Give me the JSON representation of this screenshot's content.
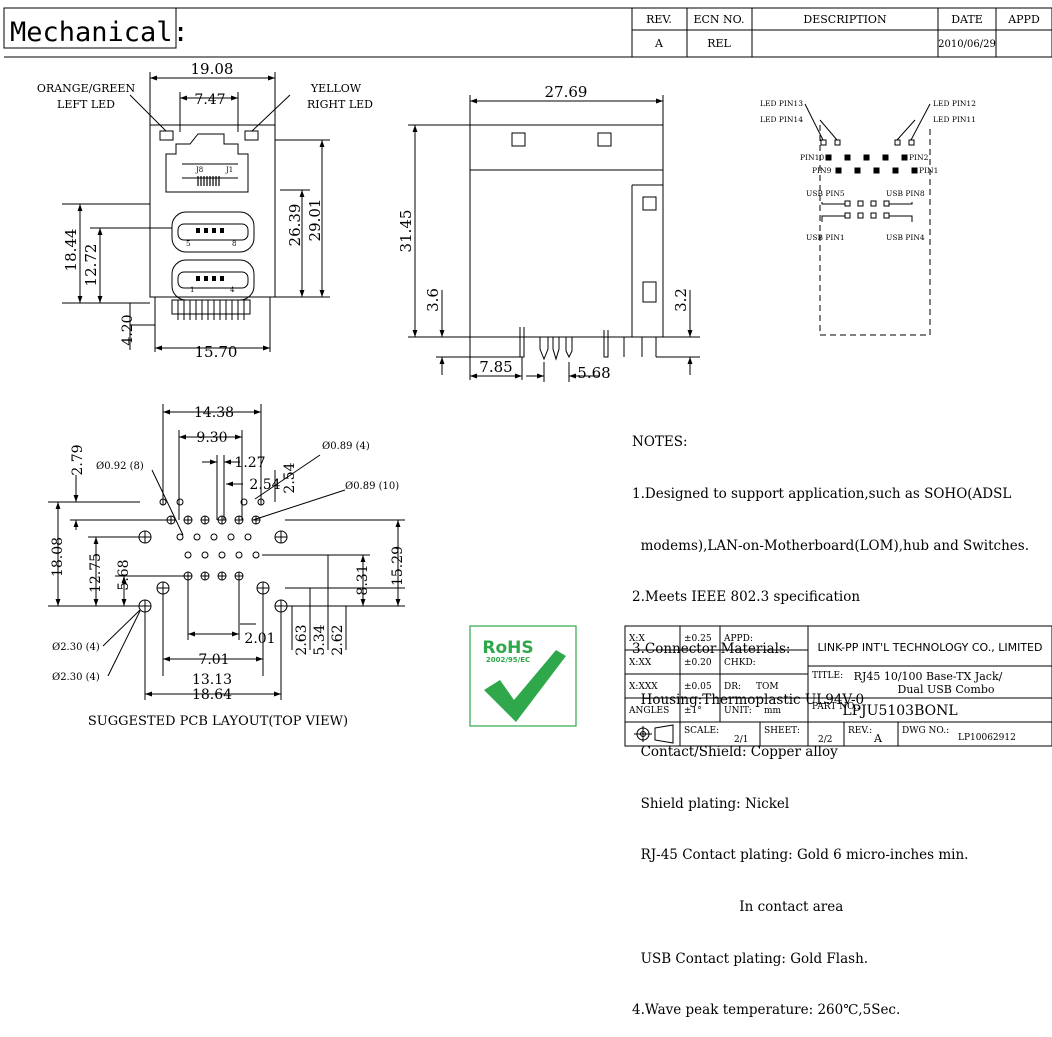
{
  "title": "Mechanical:",
  "revision_table": {
    "headers": [
      "REV.",
      "ECN NO.",
      "DESCRIPTION",
      "DATE",
      "APPD"
    ],
    "row": [
      "A",
      "REL",
      "",
      "2010/06/29",
      ""
    ]
  },
  "front_view": {
    "width_overall": "19.08",
    "width_inner": "7.47",
    "left_led": [
      "ORANGE/GREEN",
      "LEFT LED"
    ],
    "right_led": [
      "YELLOW",
      "RIGHT LED"
    ],
    "jack_labels": [
      "J8",
      "J1"
    ],
    "usb_pin_labels": [
      "5",
      "8",
      "1",
      "4"
    ],
    "dim_18_44": "18.44",
    "dim_12_72": "12.72",
    "dim_26_39": "26.39",
    "dim_29_01": "29.01",
    "dim_4_20": "4.20",
    "dim_15_70": "15.70"
  },
  "side_view": {
    "depth": "27.69",
    "height": "31.45",
    "dim_3_6": "3.6",
    "dim_3_2": "3.2",
    "dim_7_85": "7.85",
    "dim_5_68": "5.68"
  },
  "pin_diagram": {
    "labels": [
      "LED PIN13",
      "LED PIN14",
      "LED PIN12",
      "LED PIN11",
      "PIN10",
      "PIN2",
      "PIN9",
      "PIN1",
      "USB PIN5",
      "USB PIN8",
      "USB PIN1",
      "USB PIN4"
    ]
  },
  "pcb_layout": {
    "caption": "SUGGESTED PCB LAYOUT(TOP VIEW)",
    "dims": {
      "d14_38": "14.38",
      "d9_30": "9.30",
      "d1_27": "1.27",
      "d2_54a": "2.54",
      "d2_54b": "2.54",
      "d2_79": "2.79",
      "d18_08": "18.08",
      "d12_75": "12.75",
      "d5_68": "5.68",
      "d15_29": "15.29",
      "d8_31": "8.31",
      "d2_01": "2.01",
      "d2_63": "2.63",
      "d5_34": "5.34",
      "d2_62": "2.62",
      "d7_01": "7.01",
      "d13_13": "13.13",
      "d18_64": "18.64"
    },
    "holes": {
      "h089_4": "Ø0.89 (4)",
      "h092_8": "Ø0.92 (8)",
      "h089_10": "Ø0.89 (10)",
      "h230_a": "Ø2.30 (4)",
      "h230_b": "Ø2.30 (4)"
    }
  },
  "notes": {
    "heading": "NOTES:",
    "lines": [
      "1.Designed to support application,such as SOHO(ADSL",
      "  modems),LAN-on-Motherboard(LOM),hub and Switches.",
      "2.Meets IEEE 802.3 specification",
      "3.Connector Materials:",
      "  Housing:Thermoplastic UL94V-0",
      "  Contact/Shield: Copper alloy",
      "  Shield plating: Nickel",
      "  RJ-45 Contact plating: Gold 6 micro-inches min.",
      "                         In contact area",
      "  USB Contact plating: Gold Flash.",
      "4.Wave peak temperature: 260℃,5Sec."
    ]
  },
  "rohs": {
    "logo": "RoHS",
    "directive": "2002/95/EC"
  },
  "title_block": {
    "tol_labels": [
      "X:X",
      "X:XX",
      "X:XXX",
      "ANGLES"
    ],
    "tol_values": [
      "±0.25",
      "±0.20",
      "±0.05",
      "±1°"
    ],
    "appd_label": "APPD:",
    "chkd_label": "CHKD:",
    "dr_label": "DR:",
    "dr_value": "TOM",
    "unit_label": "UNIT:",
    "unit_value": "mm",
    "company": "LINK-PP INT'L TECHNOLOGY CO., LIMITED",
    "title_label": "TITLE:",
    "title_line1": "RJ45 10/100 Base-TX Jack/",
    "title_line2": "Dual USB Combo",
    "partno_label": "PART NO.:",
    "partno_value": "LPJU5103BONL",
    "scale_label": "SCALE:",
    "scale_value": "2/1",
    "sheet_label": "SHEET:",
    "sheet_value": "2/2",
    "rev_label": "REV.:",
    "rev_value": "A",
    "dwg_label": "DWG NO.:",
    "dwg_value": "LP10062912"
  }
}
